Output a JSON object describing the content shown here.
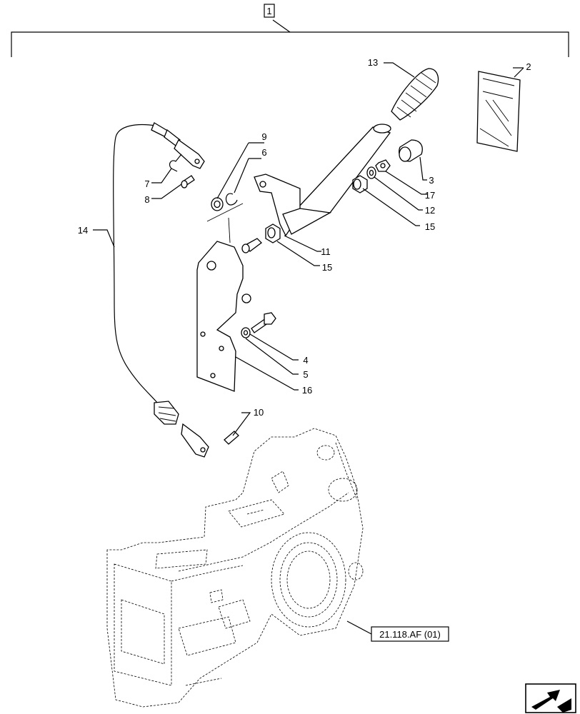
{
  "assembly_number": "1",
  "reference_label": "21.118.AF (01)",
  "parts": [
    {
      "id": "p1",
      "number": "2"
    },
    {
      "id": "p2",
      "number": "3"
    },
    {
      "id": "p3",
      "number": "4"
    },
    {
      "id": "p4",
      "number": "5"
    },
    {
      "id": "p5",
      "number": "6"
    },
    {
      "id": "p6",
      "number": "7"
    },
    {
      "id": "p7",
      "number": "8"
    },
    {
      "id": "p8",
      "number": "9"
    },
    {
      "id": "p9",
      "number": "10"
    },
    {
      "id": "p10",
      "number": "11"
    },
    {
      "id": "p11",
      "number": "12"
    },
    {
      "id": "p12",
      "number": "13"
    },
    {
      "id": "p13",
      "number": "14"
    },
    {
      "id": "p14",
      "number": "15"
    },
    {
      "id": "p15",
      "number": "15"
    },
    {
      "id": "p16",
      "number": "16"
    },
    {
      "id": "p17",
      "number": "17"
    }
  ],
  "icons": {
    "nav": "arrow-return-icon"
  }
}
